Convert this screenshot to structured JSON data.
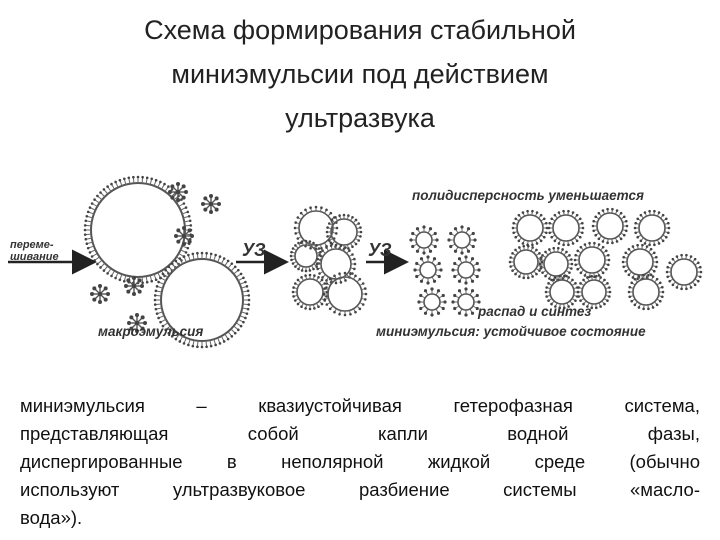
{
  "title": {
    "line1": "Схема формирования стабильной",
    "line2": "миниэмульсии под действием",
    "line3": "ультразвука"
  },
  "diagram": {
    "mixing_label_line1": "переме-",
    "mixing_label_line2": "шивание",
    "us_label_1": "УЗ",
    "us_label_2": "УЗ",
    "polydispersity_label": "полидисперсность уменьшается",
    "decay_synthesis_label": "распад и синтез",
    "macroemulsion_label": "макроэмульсия",
    "miniemulsion_label": "миниэмульсия: устойчивое состояние"
  },
  "description": {
    "line1": "миниэмульсия – квазиустойчивая гетерофазная система,",
    "line2": "представляющая собой капли водной фазы,",
    "line3": "диспергированные в неполярной жидкой среде (обычно",
    "line4": "используют ультразвуковое разбиение системы «масло-",
    "line5": "вода»)."
  }
}
